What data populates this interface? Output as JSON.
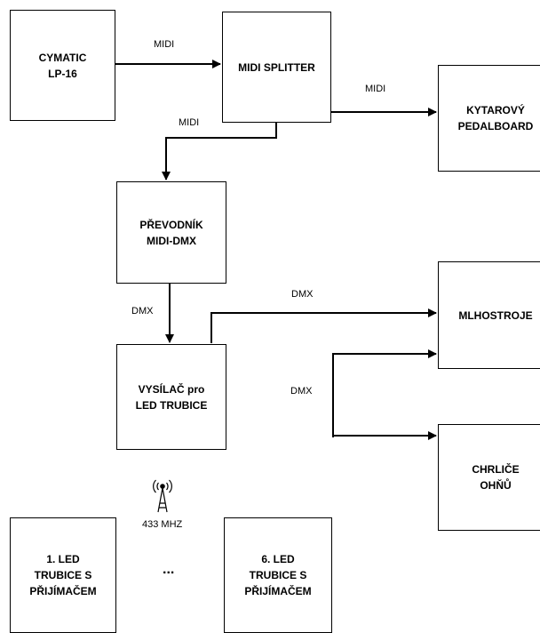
{
  "nodes": {
    "cymatic": "CYMATIC\nLP-16",
    "splitter": "MIDI SPLITTER",
    "pedalboard": "KYTAROVÝ\nPEDALBOARD",
    "prevodnik": "PŘEVODNÍK\nMIDI-DMX",
    "vysilac": "VYSÍLAČ pro\nLED TRUBICE",
    "mlhostroje": "MLHOSTROJE",
    "chrlice": "CHRLIČE\nOHŇŮ",
    "led1": "1. LED\nTRUBICE S\nPŘIJÍMAČEM",
    "led6": "6. LED\nTRUBICE S\nPŘIJÍMAČEM"
  },
  "edges": {
    "midi_cymatic_splitter": "MIDI",
    "midi_splitter_pedalboard": "MIDI",
    "midi_splitter_prevodnik": "MIDI",
    "dmx_prevodnik_vysilac": "DMX",
    "dmx_vysilac_mlhostroje": "DMX",
    "dmx_chrlice": "DMX"
  },
  "wireless": {
    "icon": "antenna-icon",
    "frequency": "433 MHZ"
  },
  "ellipsis": "..."
}
